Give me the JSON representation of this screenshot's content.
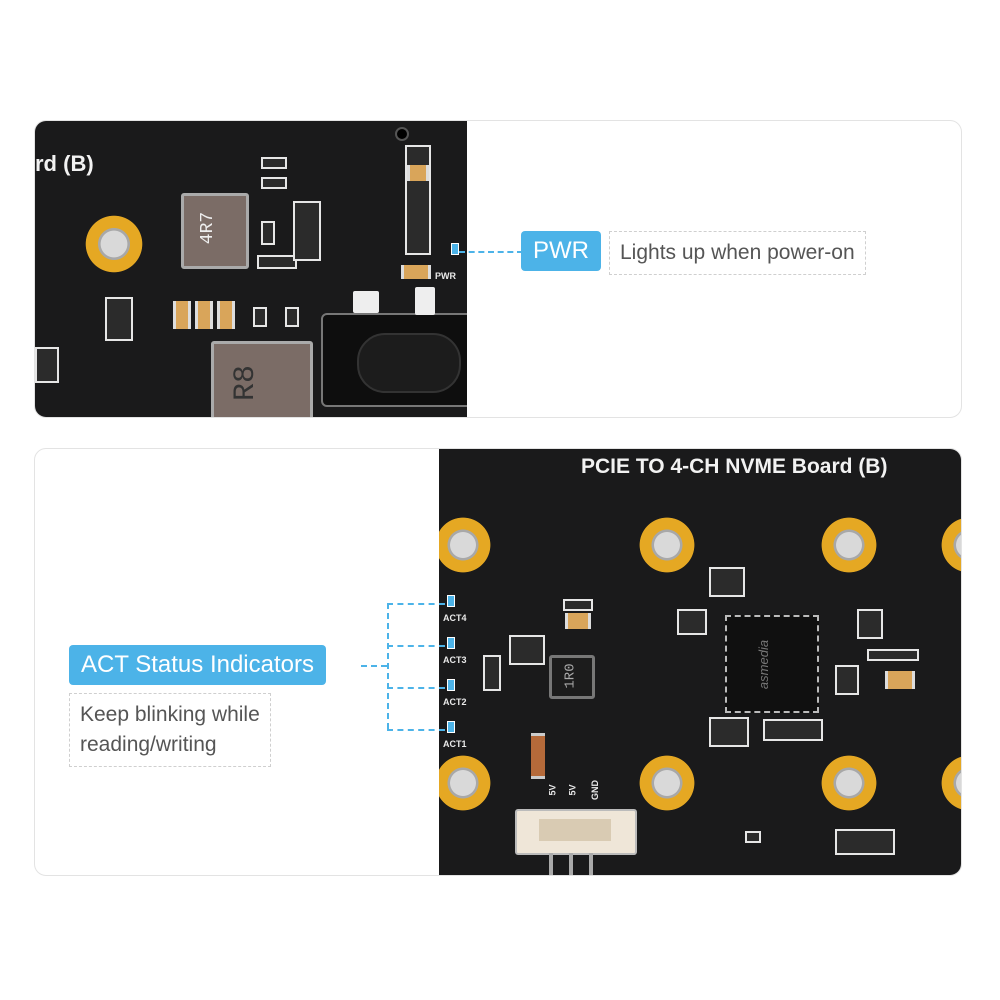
{
  "top": {
    "board_label": "rd (B)",
    "inductor_1": "4R7",
    "inductor_2": "R8",
    "led_label": "PWR",
    "callout": {
      "title": "PWR",
      "desc": "Lights up when power-on"
    }
  },
  "bottom": {
    "board_label": "PCIE TO 4-CH NVME Board (B)",
    "act_labels": [
      "ACT4",
      "ACT3",
      "ACT2",
      "ACT1"
    ],
    "inductor": "1R0",
    "chip_brand": "asmedia",
    "connector_pins": [
      "5V",
      "5V",
      "GND"
    ],
    "callout": {
      "title": "ACT Status Indicators",
      "desc_line1": "Keep blinking while",
      "desc_line2": "reading/writing"
    }
  },
  "colors": {
    "accent": "#4cb3e8",
    "board": "#1a1a1b",
    "gold": "#e5a823"
  }
}
